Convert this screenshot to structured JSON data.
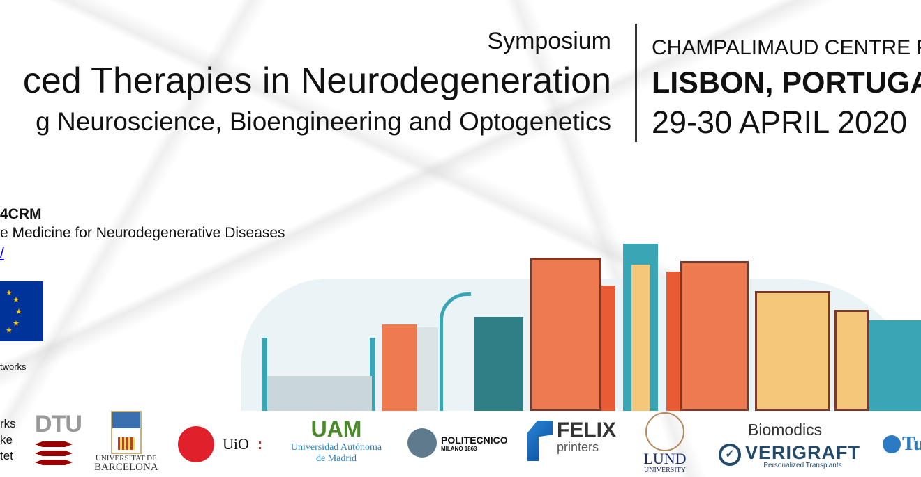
{
  "header": {
    "kicker": "Symposium",
    "title": "ced Therapies in Neurodegeneration",
    "subtitle": "g Neuroscience, Bioengineering and Optogenetics"
  },
  "venue": {
    "place": "CHAMPALIMAUD CENTRE FO",
    "city": "LISBON, PORTUGAL",
    "date": "29-30 APRIL 2020"
  },
  "project": {
    "name": "4CRM",
    "description": "e Medicine for Neurodegenerative Diseases",
    "link": "/",
    "network": "tworks"
  },
  "logos": {
    "dk": [
      "rks",
      "ke",
      "tet"
    ],
    "dtu": "DTU",
    "ub": [
      "UNIVERSITAT DE",
      "BARCELONA"
    ],
    "uio": "UiO",
    "uam": {
      "mark": "UAM",
      "name": [
        "Universidad Autónoma",
        "de Madrid"
      ]
    },
    "polimi": [
      "POLITECNICO",
      "MILANO 1863"
    ],
    "felix": [
      "FELIX",
      "printers"
    ],
    "lund": [
      "LUND",
      "UNIVERSITY"
    ],
    "biomodics": "Biomodics",
    "verigraft": [
      "VERIGRAFT",
      "Personalized Transplants"
    ],
    "tu": "Tu"
  },
  "colors": {
    "orange": "#ee7a4f",
    "teal": "#3aa6b5",
    "yellow": "#f4c77b",
    "eu_blue": "#003399"
  }
}
